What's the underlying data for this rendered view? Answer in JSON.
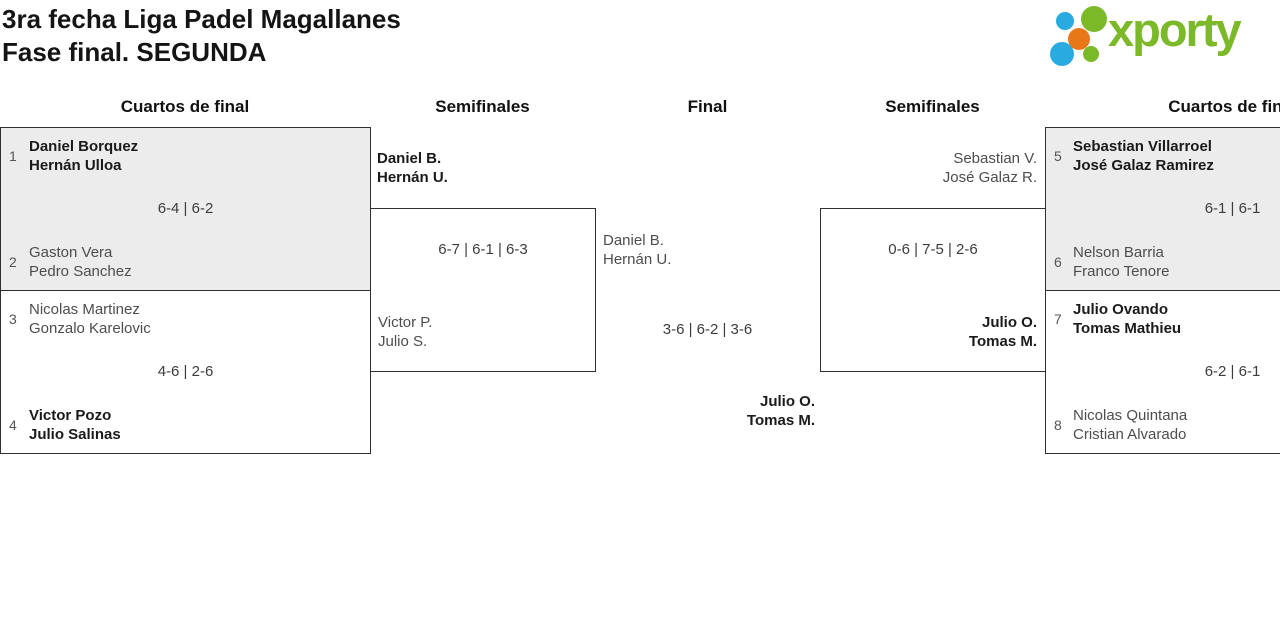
{
  "title": {
    "line1": "3ra fecha Liga Padel Magallanes",
    "line2": "Fase final. SEGUNDA"
  },
  "logo": {
    "wordmark": "xporty",
    "green": "#7cb928",
    "blue": "#29abe2",
    "orange": "#e87817"
  },
  "colors": {
    "box_bg": "#ececec",
    "border": "#2f2f2f",
    "winner_text": "#1a1a1a",
    "loser_text": "#4d4d4d"
  },
  "rounds": {
    "qf_left": "Cuartos de final",
    "sf_left": "Semifinales",
    "final": "Final",
    "sf_right": "Semifinales",
    "qf_right": "Cuartos de final"
  },
  "matches": {
    "qf1": {
      "seed_top": "1",
      "top": [
        "Daniel Borquez",
        "Hernán Ulloa"
      ],
      "score": "6-4 | 6-2",
      "seed_bottom": "2",
      "bottom": [
        "Gaston Vera",
        "Pedro Sanchez"
      ]
    },
    "qf2": {
      "seed_top": "3",
      "top": [
        "Nicolas Martinez",
        "Gonzalo Karelovic"
      ],
      "score": "4-6 | 2-6",
      "seed_bottom": "4",
      "bottom": [
        "Victor Pozo",
        "Julio Salinas"
      ]
    },
    "sf1": {
      "top": [
        "Daniel B.",
        "Hernán U."
      ],
      "score": "6-7 | 6-1 | 6-3",
      "bottom": [
        "Victor P.",
        "Julio S."
      ]
    },
    "final": {
      "top": [
        "Daniel B.",
        "Hernán U."
      ],
      "score": "3-6 | 6-2 | 3-6",
      "bottom": [
        "Julio O.",
        "Tomas M."
      ]
    },
    "sf2": {
      "top": [
        "Sebastian V.",
        "José Galaz R."
      ],
      "score": "0-6 | 7-5 | 2-6",
      "bottom": [
        "Julio O.",
        "Tomas M."
      ]
    },
    "qf3": {
      "seed_top": "5",
      "top": [
        "Sebastian Villarroel",
        "José Galaz Ramirez"
      ],
      "score": "6-1 | 6-1",
      "seed_bottom": "6",
      "bottom": [
        "Nelson Barria",
        "Franco Tenore"
      ]
    },
    "qf4": {
      "seed_top": "7",
      "top": [
        "Julio Ovando",
        "Tomas Mathieu"
      ],
      "score": "6-2 | 6-1",
      "seed_bottom": "8",
      "bottom": [
        "Nicolas Quintana",
        "Cristian Alvarado"
      ]
    }
  }
}
